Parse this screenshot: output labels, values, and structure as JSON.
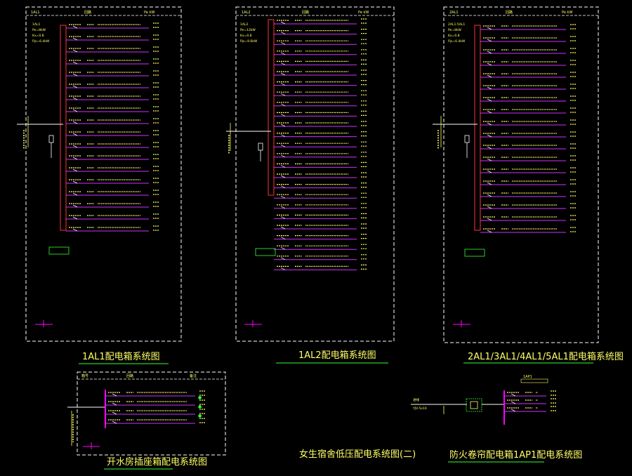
{
  "colors": {
    "background": "#000000",
    "frame": "#ffffff",
    "busbar": "#ff00ff",
    "circuit": "#cc33ff",
    "text_yellow": "#ffff66",
    "text_green": "#66ff66",
    "underline": "#33ff33",
    "cyan": "#00ffff"
  },
  "drawings": [
    {
      "id": "1al1",
      "title": "1AL1配电箱系统图",
      "panel_tag": "1AL1",
      "circuits": 18
    },
    {
      "id": "1al2",
      "title": "1AL2配电箱系统图",
      "panel_tag": "1AL2",
      "circuits": 25
    },
    {
      "id": "2al1",
      "title": "2AL1/3AL1/4AL1/5AL1配电箱系统图",
      "panel_tag": "2AL1",
      "circuits": 18
    },
    {
      "id": "water",
      "title": "开水房插座箱配电系统图",
      "circuits": 4
    },
    {
      "id": "dorm",
      "title": "女生宿舍低压配电系统图(二)"
    },
    {
      "id": "shutter",
      "title": "防火卷帘配电箱1AP1配电系统图",
      "circuits": 3
    }
  ]
}
